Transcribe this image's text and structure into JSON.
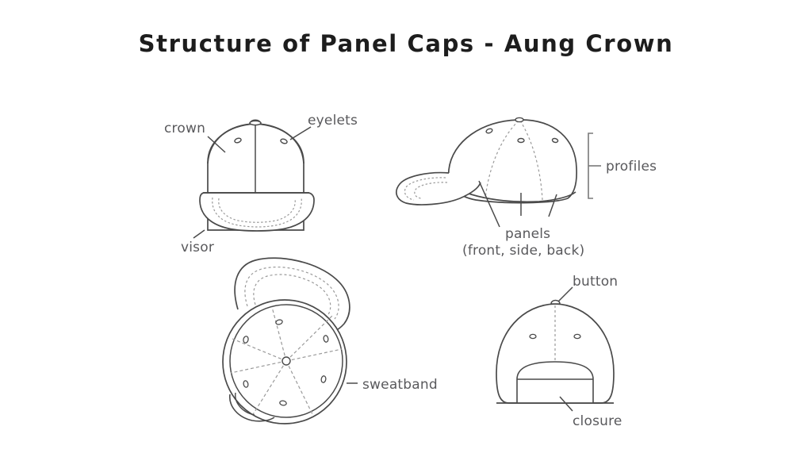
{
  "page": {
    "title": "Structure of Panel Caps - Aung Crown",
    "background_color": "#ffffff",
    "title_color": "#1d1d1d",
    "line_color": "#4a4a4a",
    "label_color": "#59595c",
    "dash_color": "#9a9a9a"
  },
  "figures": {
    "front_view": {
      "name": "front-view-cap",
      "labels": {
        "crown": "crown",
        "eyelets": "eyelets",
        "visor": "visor"
      }
    },
    "side_view": {
      "name": "side-view-cap",
      "labels": {
        "profiles": "profiles",
        "panels": "panels",
        "panels_detail": "(front, side, back)"
      }
    },
    "bottom_view": {
      "name": "bottom-interior-view-cap",
      "labels": {
        "sweatband": "sweatband"
      }
    },
    "back_view": {
      "name": "back-view-cap",
      "labels": {
        "button": "button",
        "closure": "closure"
      }
    }
  }
}
